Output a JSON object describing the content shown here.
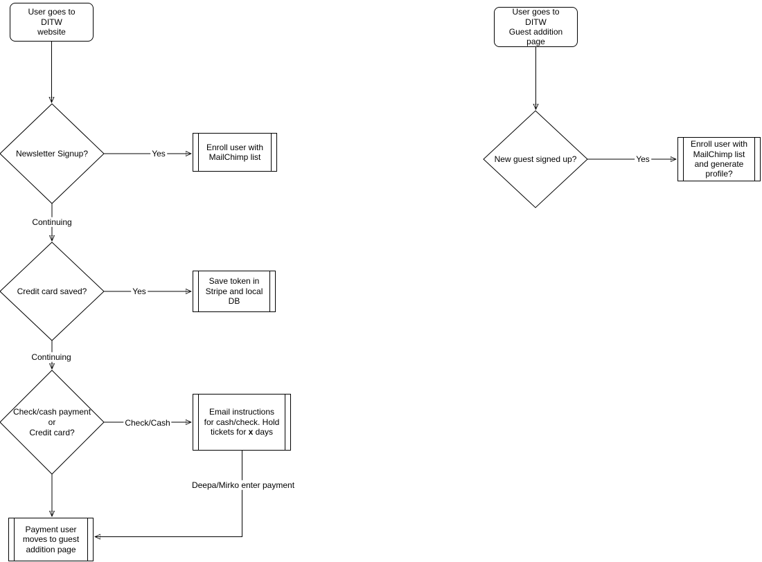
{
  "diagram": {
    "background_color": "#ffffff",
    "stroke_color": "#000000",
    "left_flow": {
      "start_label": "User goes to DITW\nwebsite",
      "decision_newsletter": "Newsletter Signup?",
      "edge_yes_newsletter": "Yes",
      "process_enroll": "Enroll user with\nMailChimp list",
      "edge_continuing_1": "Continuing",
      "decision_credit_card": "Credit card saved?",
      "edge_yes_credit": "Yes",
      "process_save_token": "Save token in\nStripe and local\nDB",
      "edge_continuing_2": "Continuing",
      "decision_payment": "Check/cash payment\nor\nCredit card?",
      "edge_check_cash": "Check/Cash",
      "process_email": {
        "before": "Email instructions\nfor cash/check. Hold\ntickets for ",
        "bold": "x",
        "after": " days"
      },
      "edge_deepa_mirko": "Deepa/Mirko enter payment",
      "process_payment_user": "Payment user\nmoves to guest\naddition page"
    },
    "right_flow": {
      "start_label": "User goes to DITW\nGuest addition page",
      "decision_new_guest": "New guest signed up?",
      "edge_yes": "Yes",
      "process_enroll_profile": "Enroll user with\nMailChimp list\nand generate\nprofile?"
    }
  }
}
